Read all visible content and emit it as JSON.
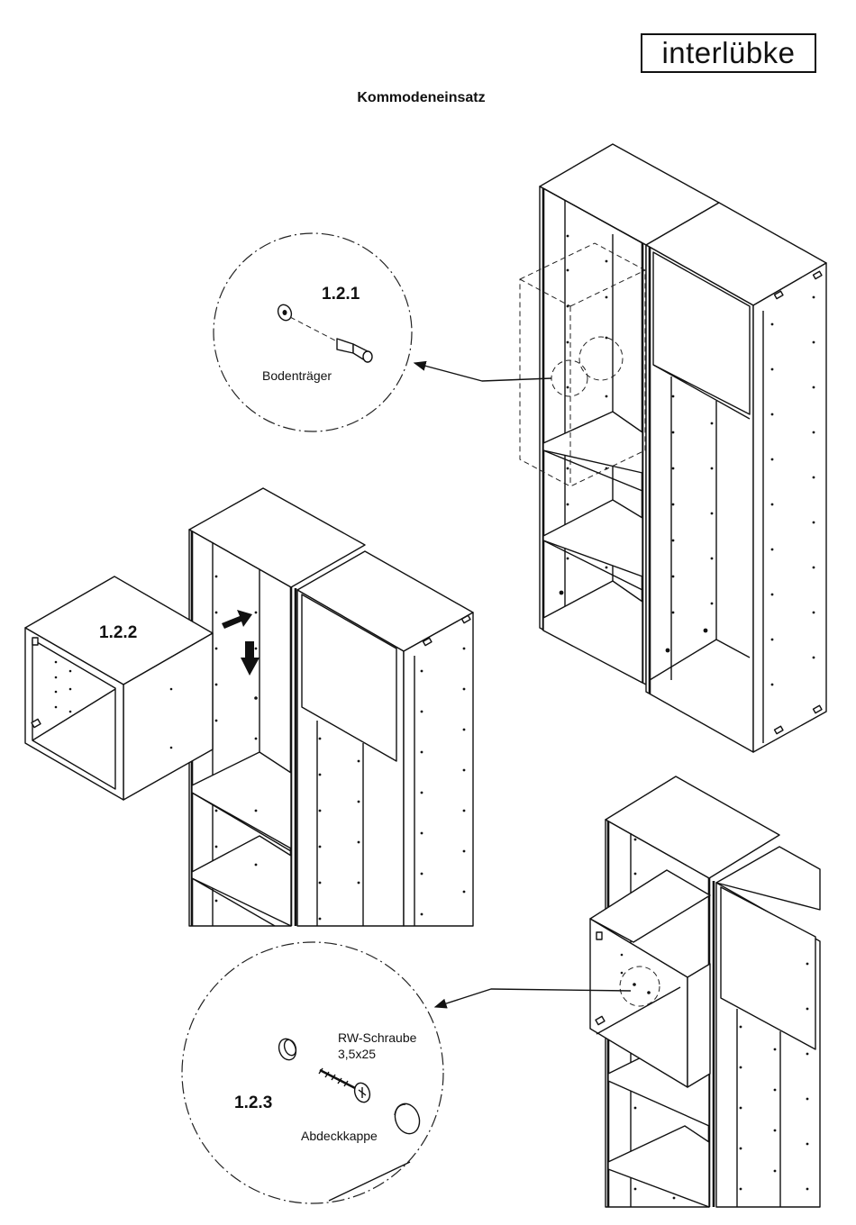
{
  "header": {
    "brand": "interlübke",
    "title": "Kommodeneinsatz"
  },
  "steps": {
    "s1": {
      "number": "1.2.1",
      "part_label": "Bodenträger"
    },
    "s2": {
      "number": "1.2.2"
    },
    "s3": {
      "number": "1.2.3",
      "screw_label_line1": "RW-Schraube",
      "screw_label_line2": "3,5x25",
      "cap_label": "Abdeckkappe"
    }
  }
}
